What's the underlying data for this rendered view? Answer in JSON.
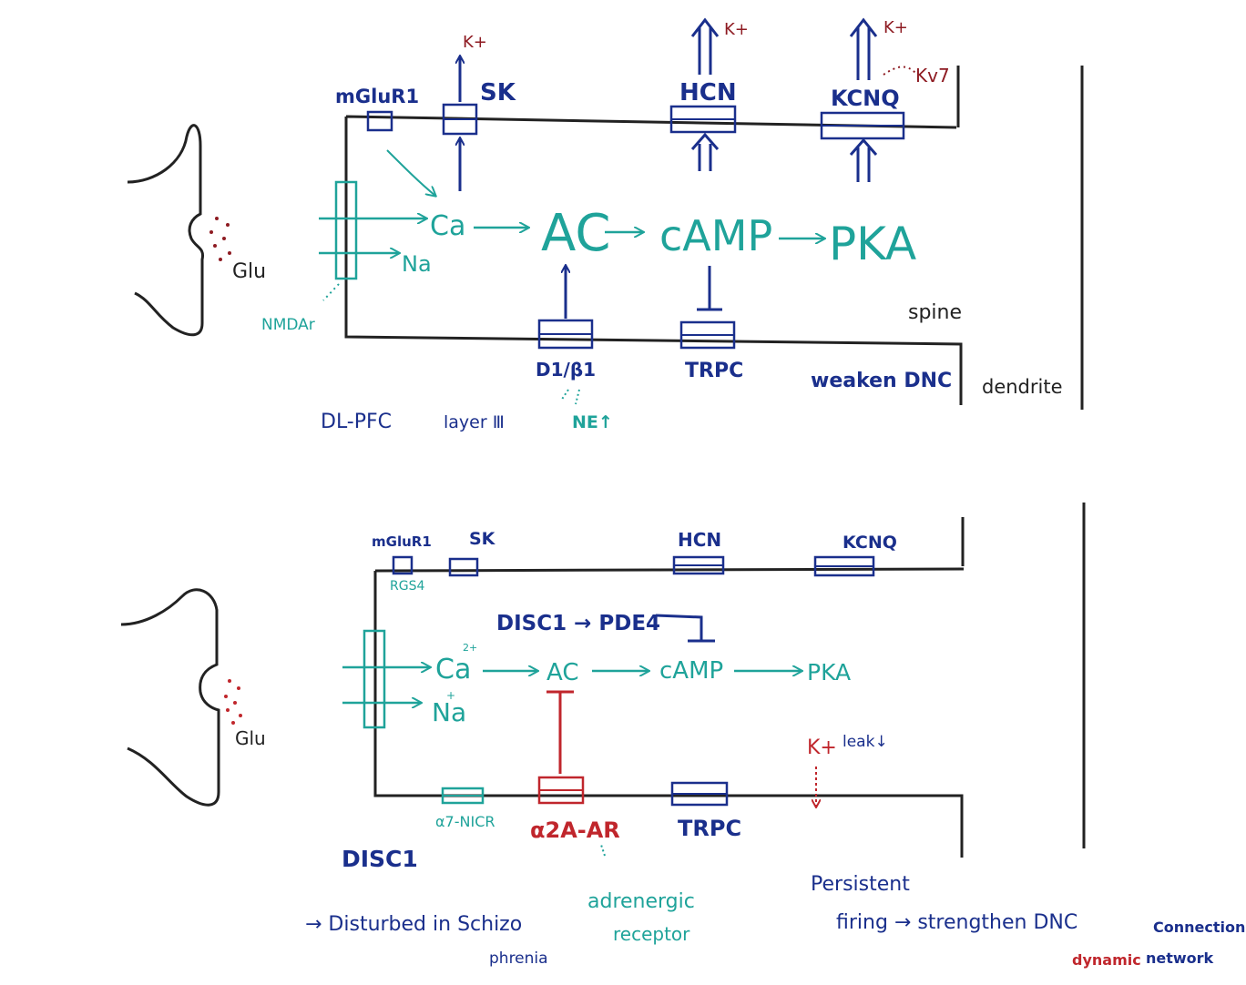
{
  "colors": {
    "ink": "#222222",
    "blue": "#1a2f8c",
    "teal": "#1fa39a",
    "red": "#c0262c",
    "darkred": "#8e1b22"
  },
  "top": {
    "mglur1": "mGluR1",
    "sk": "SK",
    "hcn": "HCN",
    "kcnq": "KCNQ",
    "kplus_sk": "K+",
    "kplus_hcn": "K+",
    "kplus_kcnq": "K+",
    "kv7": "Kv7",
    "ca": "Ca",
    "na": "Na",
    "ac": "AC",
    "camp": "cAMP",
    "pka": "PKA",
    "d1b1": "D1/β1",
    "trpc": "TRPC",
    "ne": "NE↑",
    "nmdar": "NMDAr",
    "glu": "Glu",
    "spine": "spine",
    "dendrite": "dendrite",
    "weaken": "weaken DNC",
    "region": "DL-PFC",
    "layer": "layer Ⅲ"
  },
  "bottom": {
    "mglur1": "mGluR1",
    "rgs4": "RGS4",
    "sk": "SK",
    "hcn": "HCN",
    "kcnq": "KCNQ",
    "disc1_pde4": "DISC1 → PDE4",
    "ca": "Ca",
    "ca_sup": "2+",
    "na": "Na",
    "na_sup": "+",
    "ac": "AC",
    "camp": "cAMP",
    "pka": "PKA",
    "kplus": "K+",
    "leak": "leak↓",
    "a7nicr": "α7-NICR",
    "a2aar": "α2A-AR",
    "trpc": "TRPC",
    "glu": "Glu",
    "disc1": "DISC1",
    "disturbed": "→ Disturbed in Schizo",
    "phrenia": "phrenia",
    "adrenergic": "adrenergic",
    "receptor": "receptor",
    "persistent": "Persistent",
    "firing": "firing → strengthen DNC",
    "connection": "Connection",
    "dynamic": "dynamic",
    "network": "network"
  }
}
